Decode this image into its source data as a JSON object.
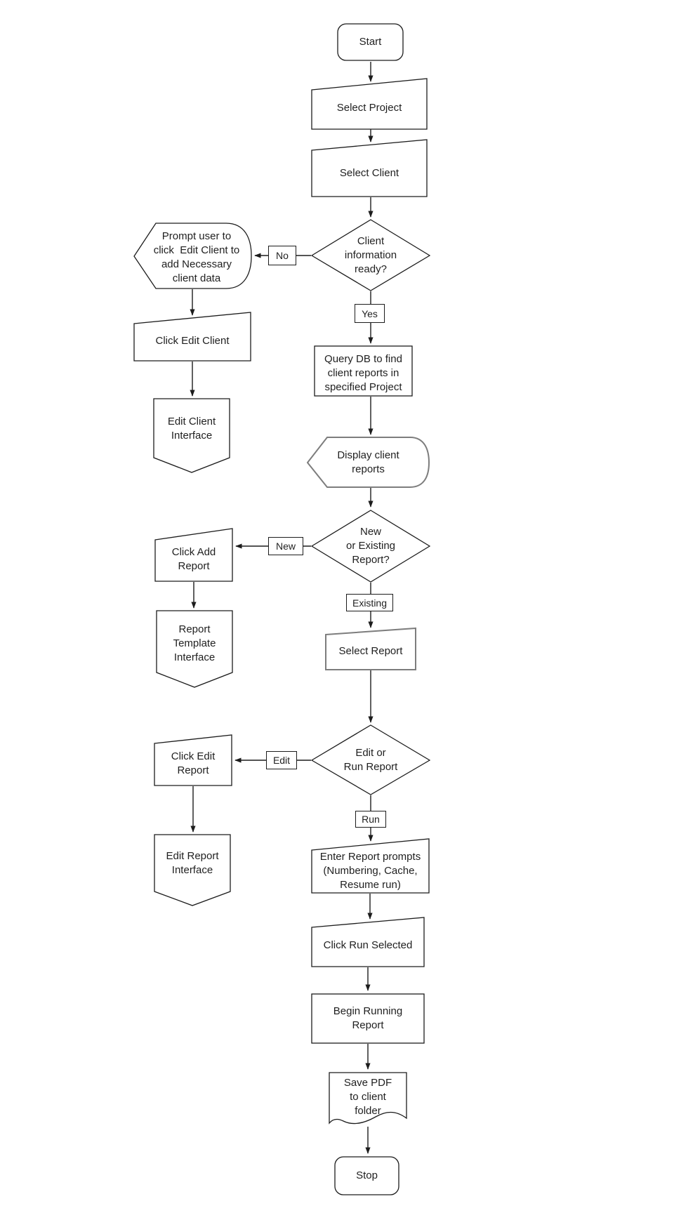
{
  "diagram": {
    "type": "flowchart",
    "colors": {
      "background": "#ffffff",
      "stroke": "#1c1c1c",
      "gray_stroke": "#7d7d7d",
      "text": "#1f1f1f"
    },
    "nodes": {
      "start": {
        "label": "Start",
        "shape": "terminator"
      },
      "select_project": {
        "label": "Select Project",
        "shape": "manual-input"
      },
      "select_client": {
        "label": "Select Client",
        "shape": "manual-input"
      },
      "client_info_ready": {
        "label": "Client\ninformation\nready?",
        "shape": "decision"
      },
      "prompt_user": {
        "label": "Prompt user to\nclick  Edit Client to\nadd Necessary\nclient data",
        "shape": "display"
      },
      "click_edit_client": {
        "label": "Click Edit Client",
        "shape": "manual-input"
      },
      "edit_client_interface": {
        "label": "Edit Client\nInterface",
        "shape": "off-page-connector"
      },
      "query_db": {
        "label": "Query DB to find\nclient reports in\nspecified Project",
        "shape": "process"
      },
      "display_reports": {
        "label": "Display client\nreports",
        "shape": "display"
      },
      "new_or_existing": {
        "label": "New\nor Existing\nReport?",
        "shape": "decision"
      },
      "click_add_report": {
        "label": "Click Add\nReport",
        "shape": "manual-input"
      },
      "report_template_interface": {
        "label": "Report\nTemplate\nInterface",
        "shape": "off-page-connector"
      },
      "select_report": {
        "label": "Select Report",
        "shape": "manual-input"
      },
      "edit_or_run": {
        "label": "Edit or\nRun Report",
        "shape": "decision"
      },
      "click_edit_report": {
        "label": "Click Edit\nReport",
        "shape": "manual-input"
      },
      "edit_report_interface": {
        "label": "Edit Report\nInterface",
        "shape": "off-page-connector"
      },
      "enter_report_prompts": {
        "label": "Enter Report prompts\n(Numbering, Cache,\nResume run)",
        "shape": "manual-input"
      },
      "click_run_selected": {
        "label": "Click Run Selected",
        "shape": "manual-input"
      },
      "begin_running_report": {
        "label": "Begin Running\nReport",
        "shape": "process"
      },
      "save_pdf": {
        "label": "Save PDF\nto client\nfolder",
        "shape": "document"
      },
      "stop": {
        "label": "Stop",
        "shape": "terminator"
      }
    },
    "edge_labels": {
      "no": "No",
      "yes": "Yes",
      "new": "New",
      "existing": "Existing",
      "edit": "Edit",
      "run": "Run"
    },
    "edges": [
      {
        "from": "Start",
        "to": "Select Project"
      },
      {
        "from": "Select Project",
        "to": "Select Client"
      },
      {
        "from": "Select Client",
        "to": "Client information ready?"
      },
      {
        "from": "Client information ready?",
        "to": "Prompt user to click Edit Client to add Necessary client data",
        "label": "No"
      },
      {
        "from": "Client information ready?",
        "to": "Query DB to find client reports in specified Project",
        "label": "Yes"
      },
      {
        "from": "Prompt user to click Edit Client to add Necessary client data",
        "to": "Click Edit Client"
      },
      {
        "from": "Click Edit Client",
        "to": "Edit Client Interface"
      },
      {
        "from": "Query DB to find client reports in specified Project",
        "to": "Display client reports"
      },
      {
        "from": "Display client reports",
        "to": "New or Existing Report?"
      },
      {
        "from": "New or Existing Report?",
        "to": "Click Add Report",
        "label": "New"
      },
      {
        "from": "Click Add Report",
        "to": "Report Template Interface"
      },
      {
        "from": "New or Existing Report?",
        "to": "Select Report",
        "label": "Existing"
      },
      {
        "from": "Select Report",
        "to": "Edit or Run Report"
      },
      {
        "from": "Edit or Run Report",
        "to": "Click Edit Report",
        "label": "Edit"
      },
      {
        "from": "Click Edit Report",
        "to": "Edit Report Interface"
      },
      {
        "from": "Edit or Run Report",
        "to": "Enter Report prompts (Numbering, Cache, Resume run)",
        "label": "Run"
      },
      {
        "from": "Enter Report prompts (Numbering, Cache, Resume run)",
        "to": "Click Run Selected"
      },
      {
        "from": "Click Run Selected",
        "to": "Begin Running Report"
      },
      {
        "from": "Begin Running Report",
        "to": "Save PDF to client folder"
      },
      {
        "from": "Save PDF to client folder",
        "to": "Stop"
      }
    ]
  }
}
